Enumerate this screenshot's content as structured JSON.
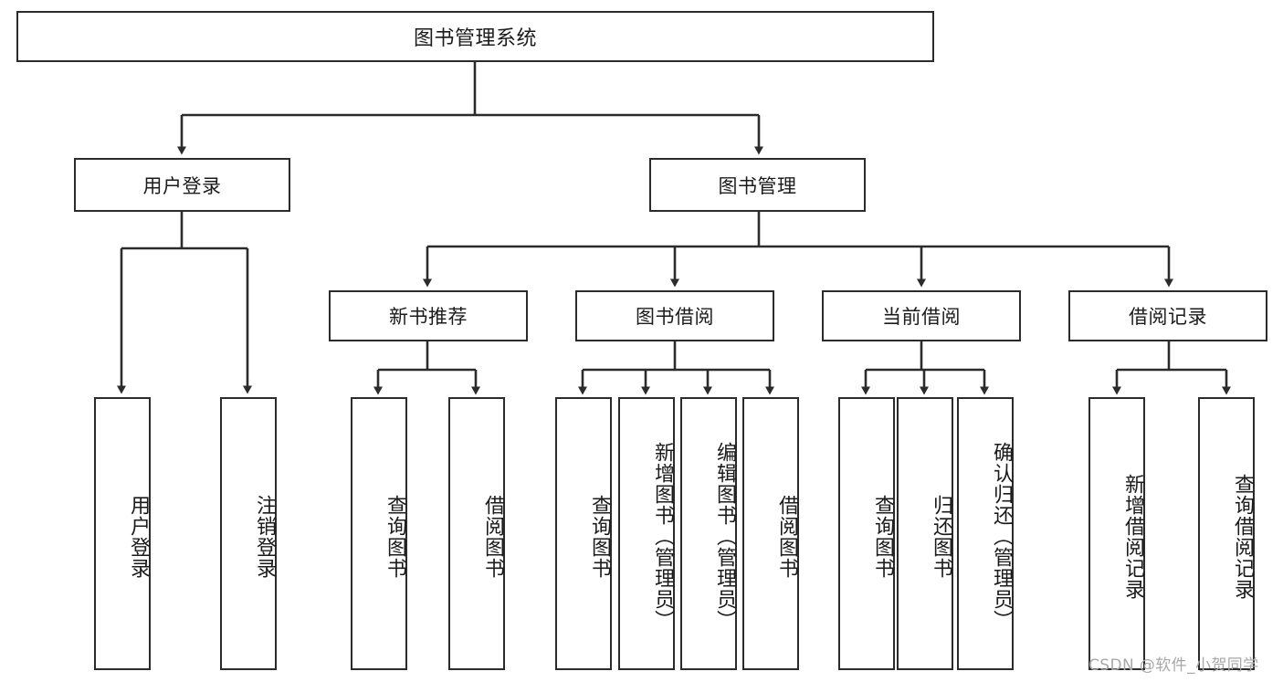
{
  "diagram": {
    "title": "图书管理系统",
    "type": "hierarchy-tree",
    "root": {
      "label": "图书管理系统"
    },
    "level2": [
      {
        "id": "user-login",
        "label": "用户登录"
      },
      {
        "id": "book-management",
        "label": "图书管理"
      }
    ],
    "level3": [
      {
        "id": "new-book-recommend",
        "label": "新书推荐",
        "parent": "book-management"
      },
      {
        "id": "book-borrow",
        "label": "图书借阅",
        "parent": "book-management"
      },
      {
        "id": "current-borrow",
        "label": "当前借阅",
        "parent": "book-management"
      },
      {
        "id": "borrow-record",
        "label": "借阅记录",
        "parent": "book-management"
      }
    ],
    "leaves": [
      {
        "id": "leaf-user-login",
        "label": "用户登录",
        "parent": "user-login"
      },
      {
        "id": "leaf-logout",
        "label": "注销登录",
        "parent": "user-login"
      },
      {
        "id": "leaf-query-book-1",
        "label": "查询图书",
        "parent": "new-book-recommend"
      },
      {
        "id": "leaf-borrow-book-1",
        "label": "借阅图书",
        "parent": "new-book-recommend"
      },
      {
        "id": "leaf-query-book-2",
        "label": "查询图书",
        "parent": "book-borrow"
      },
      {
        "id": "leaf-add-book",
        "label": "新增图书（管理员）",
        "parent": "book-borrow"
      },
      {
        "id": "leaf-edit-book",
        "label": "编辑图书（管理员）",
        "parent": "book-borrow"
      },
      {
        "id": "leaf-borrow-book-2",
        "label": "借阅图书",
        "parent": "book-borrow"
      },
      {
        "id": "leaf-query-book-3",
        "label": "查询图书",
        "parent": "current-borrow"
      },
      {
        "id": "leaf-return-book",
        "label": "归还图书",
        "parent": "current-borrow"
      },
      {
        "id": "leaf-confirm-return",
        "label": "确认归还（管理员）",
        "parent": "current-borrow"
      },
      {
        "id": "leaf-add-record",
        "label": "新增借阅记录",
        "parent": "borrow-record"
      },
      {
        "id": "leaf-query-record",
        "label": "查询借阅记录",
        "parent": "borrow-record"
      }
    ]
  },
  "watermark": {
    "text": "CSDN @软件_小贺同学"
  },
  "colors": {
    "stroke": "#2b2b2b",
    "background": "#ffffff",
    "text": "#1b1b1b",
    "watermark": "#a8a8a8"
  }
}
